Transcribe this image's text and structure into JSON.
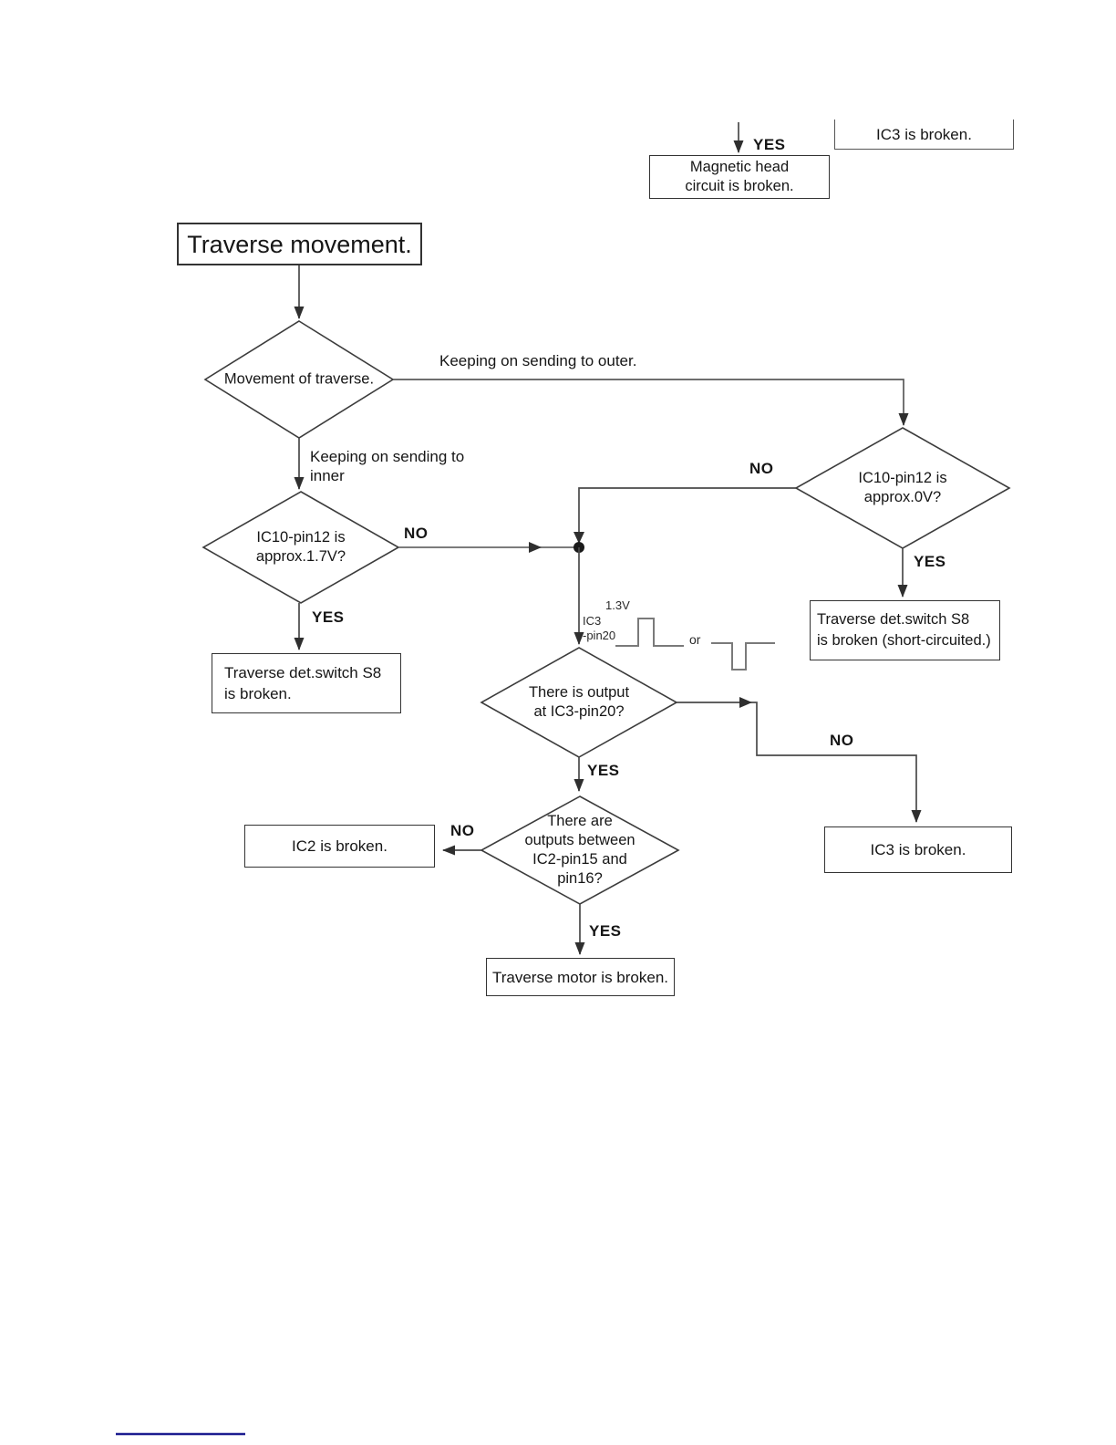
{
  "start": {
    "label": "Traverse movement."
  },
  "boxes": {
    "magnetic_head": {
      "lines": [
        "Magnetic head",
        "circuit is broken."
      ]
    },
    "ic3_top": {
      "label": "IC3 is broken."
    },
    "s8_broken": {
      "lines": [
        "Traverse det.switch S8",
        "is broken."
      ]
    },
    "s8_short_circuited": {
      "lines": [
        "Traverse det.switch S8",
        "is broken (short-circuited.)"
      ]
    },
    "ic2_broken": {
      "label": "IC2 is broken."
    },
    "ic3_broken": {
      "label": "IC3 is broken."
    },
    "motor_broken": {
      "label": "Traverse motor is broken."
    }
  },
  "decisions": {
    "movement": {
      "lines": [
        "Movement of traverse."
      ]
    },
    "pin12_inner": {
      "lines": [
        "IC10-pin12 is",
        "approx.1.7V?"
      ]
    },
    "pin12_outer": {
      "lines": [
        "IC10-pin12 is",
        "approx.0V?"
      ]
    },
    "output_pin20": {
      "lines": [
        "There is output",
        "at IC3-pin20?"
      ]
    },
    "outputs_ic2": {
      "lines": [
        "There are",
        "outputs between",
        "IC2-pin15 and",
        "pin16?"
      ]
    }
  },
  "branch_labels": {
    "yes_top": "YES",
    "keeping_outer": "Keeping on sending to outer.",
    "keeping_inner": [
      "Keeping on sending to",
      "inner"
    ],
    "no_inner": "NO",
    "yes_inner": "YES",
    "no_outer": "NO",
    "yes_outer": "YES",
    "yes_pin20": "YES",
    "no_pin20": "NO",
    "no_ic2": "NO",
    "yes_ic2": "YES"
  },
  "waveform": {
    "voltage": "1.3V",
    "source_line1": "IC3",
    "source_line2": "-pin20",
    "or_label": "or"
  },
  "colors": {
    "connector": "#4a4a4a",
    "waveform": "#7a7a7a",
    "footer_rule": "#1c1c8f"
  }
}
